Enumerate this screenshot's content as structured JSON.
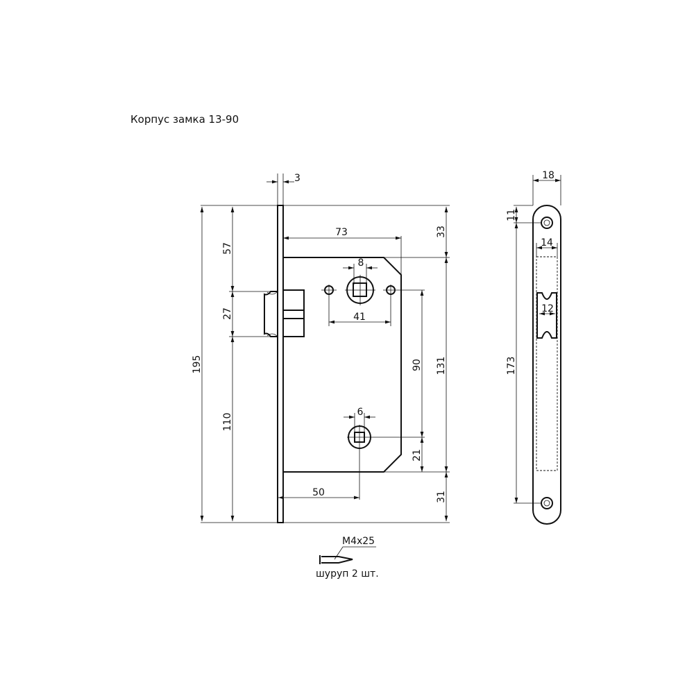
{
  "title": "Корпус замка 13-90",
  "dimensions": {
    "faceplate_thickness": "3",
    "total_height": "195",
    "top_to_latch": "57",
    "latch_height": "27",
    "latch_to_bottom": "110",
    "body_depth": "73",
    "top_offset": "33",
    "body_height": "131",
    "bottom_offset": "31",
    "spindle_square": "8",
    "hole_spacing": "41",
    "center_distance": "90",
    "lower_to_body": "21",
    "lower_square": "6",
    "backset": "50",
    "strike_width": "18",
    "strike_hole_offset": "11",
    "strike_hole_spacing": "173",
    "strike_window": "14",
    "strike_latch": "12"
  },
  "screw": {
    "spec": "M4x25",
    "caption": "шуруп 2 шт."
  },
  "colors": {
    "line": "#111111",
    "background": "#ffffff"
  }
}
